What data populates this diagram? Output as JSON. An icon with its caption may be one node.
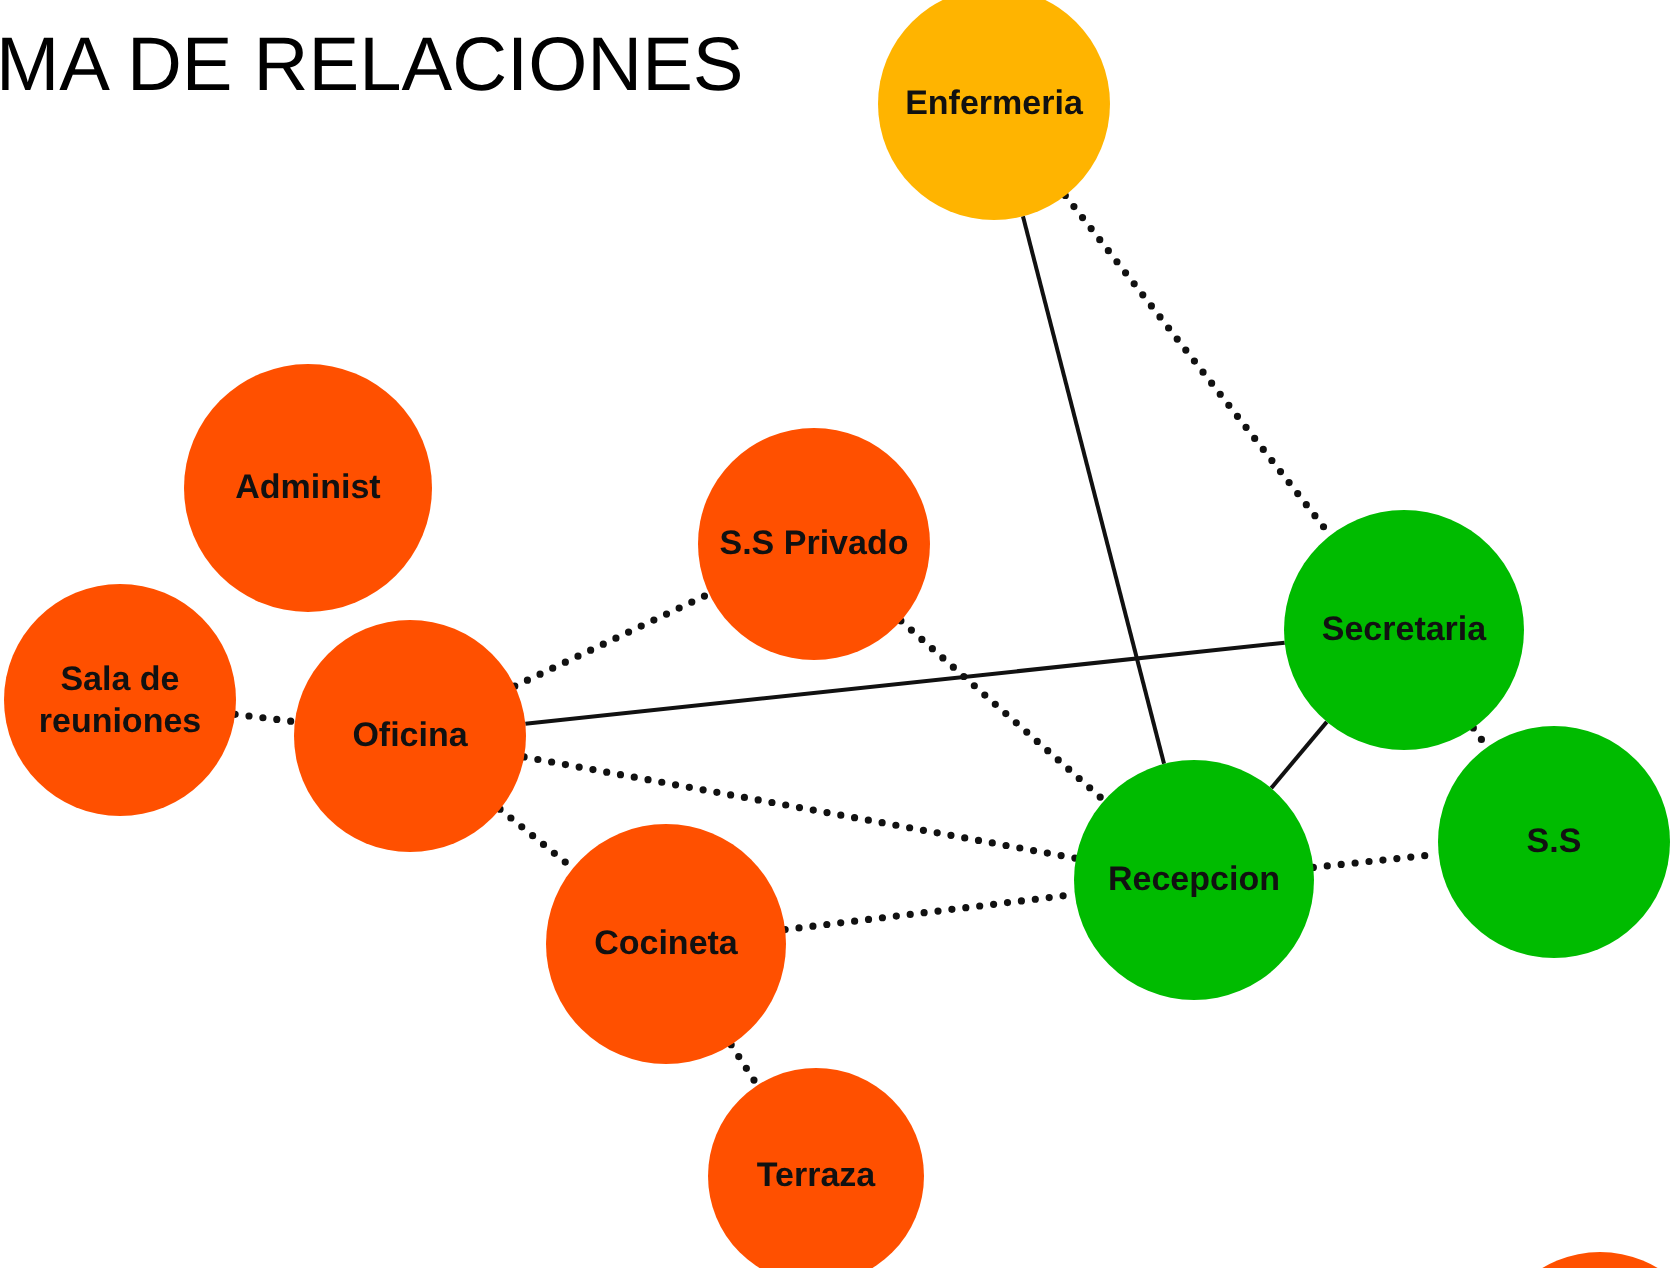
{
  "diagram": {
    "title": "MA DE RELACIONES",
    "nodes": [
      {
        "text": [
          "Enfermeria"
        ]
      },
      {
        "text": [
          "Administ"
        ]
      },
      {
        "text": [
          "S.S Privado"
        ]
      },
      {
        "text": [
          "Sala de reuniones"
        ]
      },
      {
        "text": [
          "Oficina"
        ]
      },
      {
        "text": [
          "Secretaria"
        ]
      },
      {
        "text": [
          "S.S"
        ]
      },
      {
        "text": [
          "Recepcion"
        ]
      },
      {
        "text": [
          "Cocineta"
        ]
      },
      {
        "text": [
          "Terraza"
        ]
      },
      {
        "text": [],
        "shape": "circle"
      }
    ],
    "edges": [
      {
        "from": 0,
        "to": 7,
        "arrow": "none"
      },
      {
        "from": 0,
        "to": 5,
        "arrow": "none",
        "style": "dashed"
      },
      {
        "from": 4,
        "to": 5,
        "arrow": "none"
      },
      {
        "from": 5,
        "to": 7,
        "arrow": "none"
      },
      {
        "from": 2,
        "to": 7,
        "arrow": "none",
        "style": "dashed"
      },
      {
        "from": 4,
        "to": 2,
        "arrow": "none",
        "style": "dashed"
      },
      {
        "from": 4,
        "to": 7,
        "arrow": "none",
        "style": "dashed"
      },
      {
        "from": 4,
        "to": 8,
        "arrow": "none",
        "style": "dashed"
      },
      {
        "from": 8,
        "to": 7,
        "arrow": "none",
        "style": "dashed"
      },
      {
        "from": 8,
        "to": 9,
        "arrow": "none",
        "style": "dashed"
      },
      {
        "from": 3,
        "to": 4,
        "arrow": "none",
        "style": "dashed"
      },
      {
        "from": 5,
        "to": 6,
        "arrow": "none",
        "style": "dashed"
      },
      {
        "from": 7,
        "to": 6,
        "arrow": "none",
        "style": "dashed"
      }
    ]
  }
}
